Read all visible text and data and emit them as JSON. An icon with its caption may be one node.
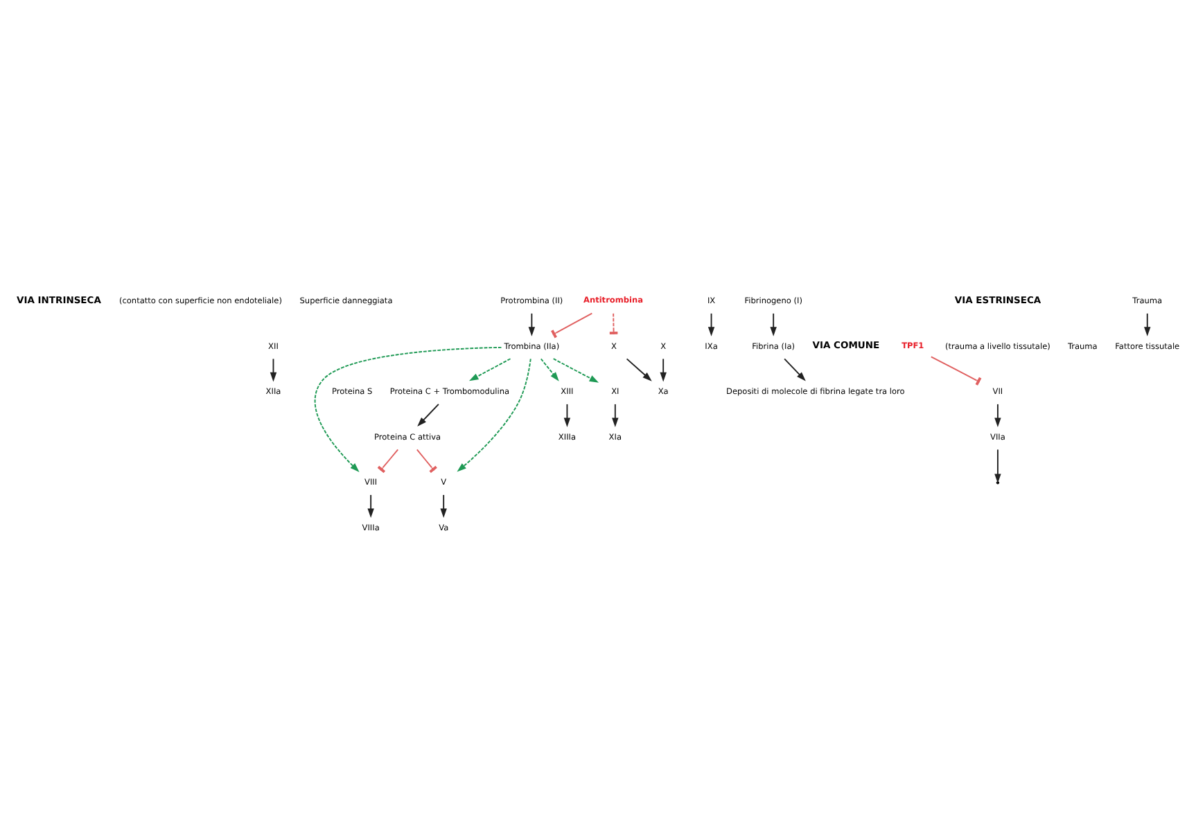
{
  "diagram": {
    "nodes": [
      {
        "text": [
          "XII"
        ]
      },
      {
        "text": [
          "XIIa"
        ]
      },
      {
        "text": [
          "XI"
        ]
      },
      {
        "text": [
          "XIa"
        ]
      },
      {
        "text": [
          "IX"
        ]
      },
      {
        "text": [
          "IXa"
        ]
      },
      {
        "text": [
          "VIIIa"
        ]
      },
      {
        "text": [
          "VIII"
        ]
      },
      {
        "text": [
          "X"
        ]
      },
      {
        "text": [
          "Xa"
        ]
      },
      {
        "text": [
          "Protrombina (II)"
        ]
      },
      {
        "text": [
          "Trombina (IIa)"
        ]
      },
      {
        "text": [
          "Va"
        ]
      },
      {
        "text": [
          "V"
        ]
      },
      {
        "text": [
          "Fibrinogeno (I)"
        ]
      },
      {
        "text": [
          "Fibrina (Ia)"
        ]
      },
      {
        "text": [
          "Depositi di molecole di fibrina legate tra loro"
        ]
      },
      {
        "text": [
          "Proteina C attiva"
        ]
      },
      {
        "text": [
          "Proteina C + Trombomodulina"
        ]
      },
      {
        "text": [
          "TPF1"
        ]
      },
      {
        "text": [
          "VIIa"
        ]
      },
      {
        "text": [
          "VII"
        ]
      },
      {
        "text": [
          "Fattore tissutale"
        ]
      },
      {
        "text": [
          "Trauma"
        ]
      },
      {
        "text": [
          "Antitrombina"
        ]
      },
      {
        "text": [
          "X"
        ]
      },
      {
        "text": [
          "XIIIa"
        ]
      },
      {
        "text": [
          "XIII"
        ]
      }
    ],
    "edges": [
      {
        "from": 0,
        "to": 1,
        "arrow": "to"
      },
      {
        "from": 2,
        "to": 3,
        "arrow": "to"
      },
      {
        "from": 4,
        "to": 5,
        "arrow": "to"
      },
      {
        "from": 8,
        "to": 9,
        "arrow": "to"
      },
      {
        "from": 7,
        "to": 6,
        "arrow": "to"
      },
      {
        "from": 21,
        "to": 20,
        "arrow": "to"
      },
      {
        "from": 25,
        "to": 9,
        "arrow": "to"
      },
      {
        "from": 20,
        "to": null,
        "arrow": "to"
      },
      {
        "from": 23,
        "to": 22,
        "arrow": "to"
      },
      {
        "from": 10,
        "to": 11,
        "arrow": "to"
      },
      {
        "from": 13,
        "to": 12,
        "arrow": "to"
      },
      {
        "from": 14,
        "to": 15,
        "arrow": "to"
      },
      {
        "from": 15,
        "to": 16,
        "arrow": "to"
      },
      {
        "from": 27,
        "to": 26,
        "arrow": "to"
      },
      {
        "from": 18,
        "to": 17,
        "arrow": "to"
      },
      {
        "from": 11,
        "to": 2,
        "arrow": "to",
        "style": "dashed",
        "color": "#1f9a55"
      },
      {
        "from": 11,
        "to": 7,
        "arrow": "to",
        "style": "dashed",
        "color": "#1f9a55"
      },
      {
        "from": 11,
        "to": 13,
        "arrow": "to",
        "style": "dashed",
        "color": "#1f9a55"
      },
      {
        "from": 11,
        "to": 18,
        "arrow": "to",
        "style": "dashed",
        "color": "#1f9a55"
      },
      {
        "from": 11,
        "to": 27,
        "arrow": "to",
        "style": "dashed",
        "color": "#1f9a55"
      },
      {
        "from": 19,
        "to": 21,
        "arrow": "other",
        "color": "#e06060"
      },
      {
        "from": 24,
        "to": 25,
        "arrow": "other",
        "style": "dashed",
        "color": "#e06060"
      },
      {
        "from": 24,
        "to": 11,
        "arrow": "other",
        "color": "#e06060"
      },
      {
        "from": 17,
        "to": 7,
        "arrow": "other",
        "color": "#e06060"
      },
      {
        "from": 17,
        "to": 13,
        "arrow": "other",
        "color": "#e06060"
      }
    ],
    "labels": [
      "VIA INTRINSECA",
      "(contatto con superficie non endoteliale)",
      "VIA ESTRINSECA",
      "(trauma a livello tissutale)",
      "Superficie danneggiata",
      "Trauma",
      "Proteina S",
      "VIA COMUNE"
    ]
  }
}
